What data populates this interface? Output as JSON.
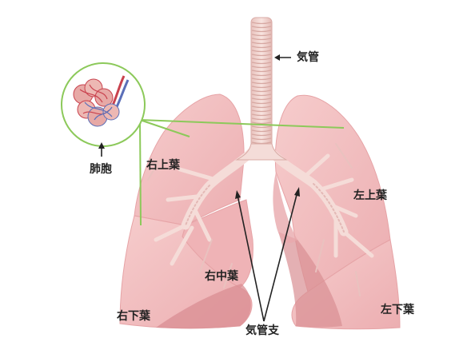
{
  "labels": {
    "trachea": "気管",
    "alveoli": "肺胞",
    "right_upper_lobe": "右上葉",
    "left_upper_lobe": "左上葉",
    "right_middle_lobe": "右中葉",
    "right_lower_lobe": "右下葉",
    "left_lower_lobe": "左下葉",
    "bronchi": "気管支"
  },
  "colors": {
    "lung_fill": "#f1b9b9",
    "lung_shadow": "#d98e93",
    "lung_edge": "#e6a3a6",
    "trachea_fill": "#f2d4d0",
    "pointer_green": "#8cc95a",
    "arrow": "#222222",
    "alveoli_red": "#c9424e",
    "alveoli_blue": "#5b6fb8"
  }
}
